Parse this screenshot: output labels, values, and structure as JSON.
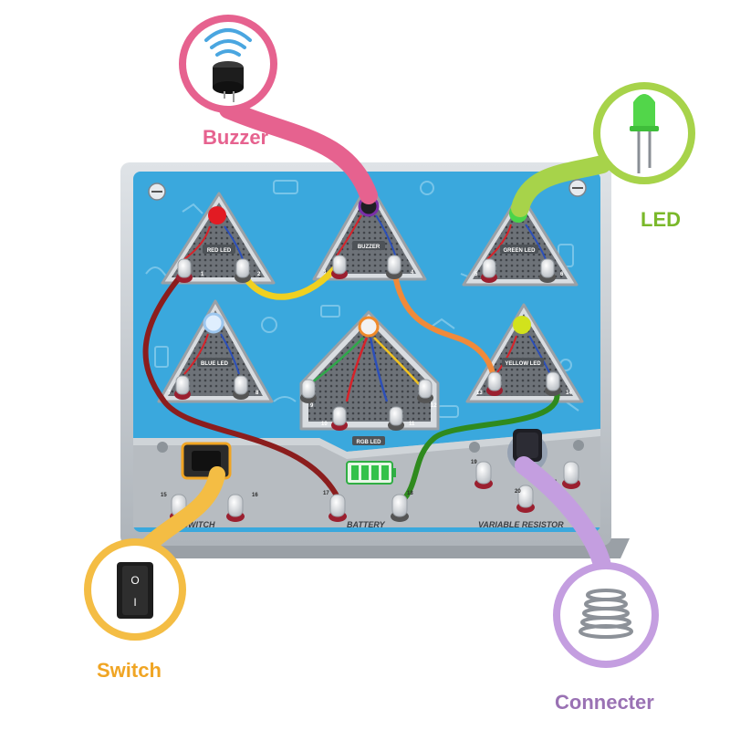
{
  "callouts": {
    "buzzer": "Buzzer",
    "led": "LED",
    "switch": "Switch",
    "connecter": "Connecter"
  },
  "modules": {
    "red_led": "RED LED",
    "buzzer": "BUZZER",
    "green_led": "GREEN LED",
    "blue_led": "BLUE LED",
    "rgb_led": "RGB LED",
    "yellow_led": "YELLOW LED"
  },
  "bottom_panel": {
    "switch": "SWITCH",
    "battery": "BATTERY",
    "variable_resistor": "VARIABLE RESISTOR"
  },
  "terminals": {
    "t1": "1",
    "t2": "2",
    "t3": "3",
    "t4": "4",
    "t5": "5",
    "t6": "6",
    "t7": "7",
    "t8": "8",
    "t9": "9",
    "t10": "10",
    "t11": "11",
    "t12": "12",
    "t13": "13",
    "t14": "14",
    "t15": "15",
    "t16": "16",
    "t17": "17",
    "t18": "18",
    "t19": "19",
    "t20": "20",
    "t21": "21"
  },
  "colors": {
    "buzzer_accent": "#e6628f",
    "led_accent": "#7ab82a",
    "switch_accent": "#f0a524",
    "connecter_accent": "#9a72b4",
    "board_blue": "#3aa8dd",
    "frame_gray": "#c9ced3"
  }
}
